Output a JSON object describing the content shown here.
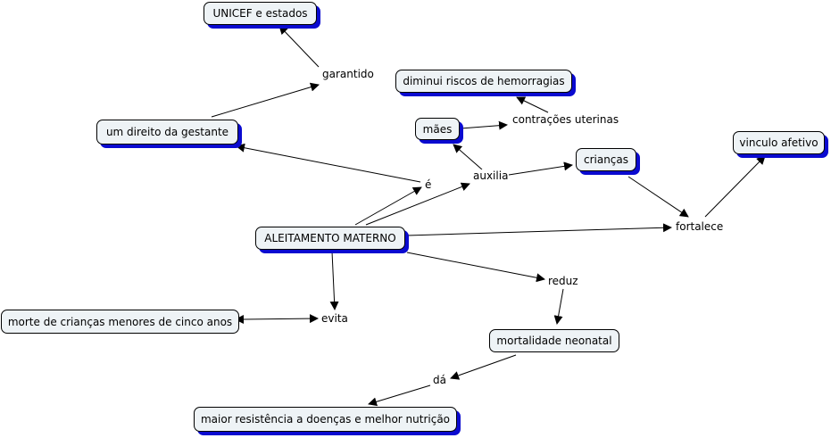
{
  "concepts": {
    "unicef": "UNICEF e estados",
    "direito": "um direito da gestante",
    "hemorragias": "diminui riscos de hemorragias",
    "maes": "mães",
    "criancas": "crianças",
    "vinculo": "vinculo afetivo",
    "aleitamento": "ALEITAMENTO MATERNO",
    "morte": "morte de crianças menores de cinco anos",
    "mortalidade": "mortalidade neonatal",
    "resistencia": "maior resistência a doenças e melhor nutrição"
  },
  "linking_phrases": {
    "garantido": "garantido",
    "contracoes": "contrações uterinas",
    "e": "é",
    "auxilia": "auxilia",
    "fortalece": "fortalece",
    "reduz": "reduz",
    "evita": "evita",
    "da": "dá"
  },
  "colors": {
    "node_fill": "#eef3f6",
    "node_shadow": "#0a0ad0",
    "line": "#000000"
  }
}
